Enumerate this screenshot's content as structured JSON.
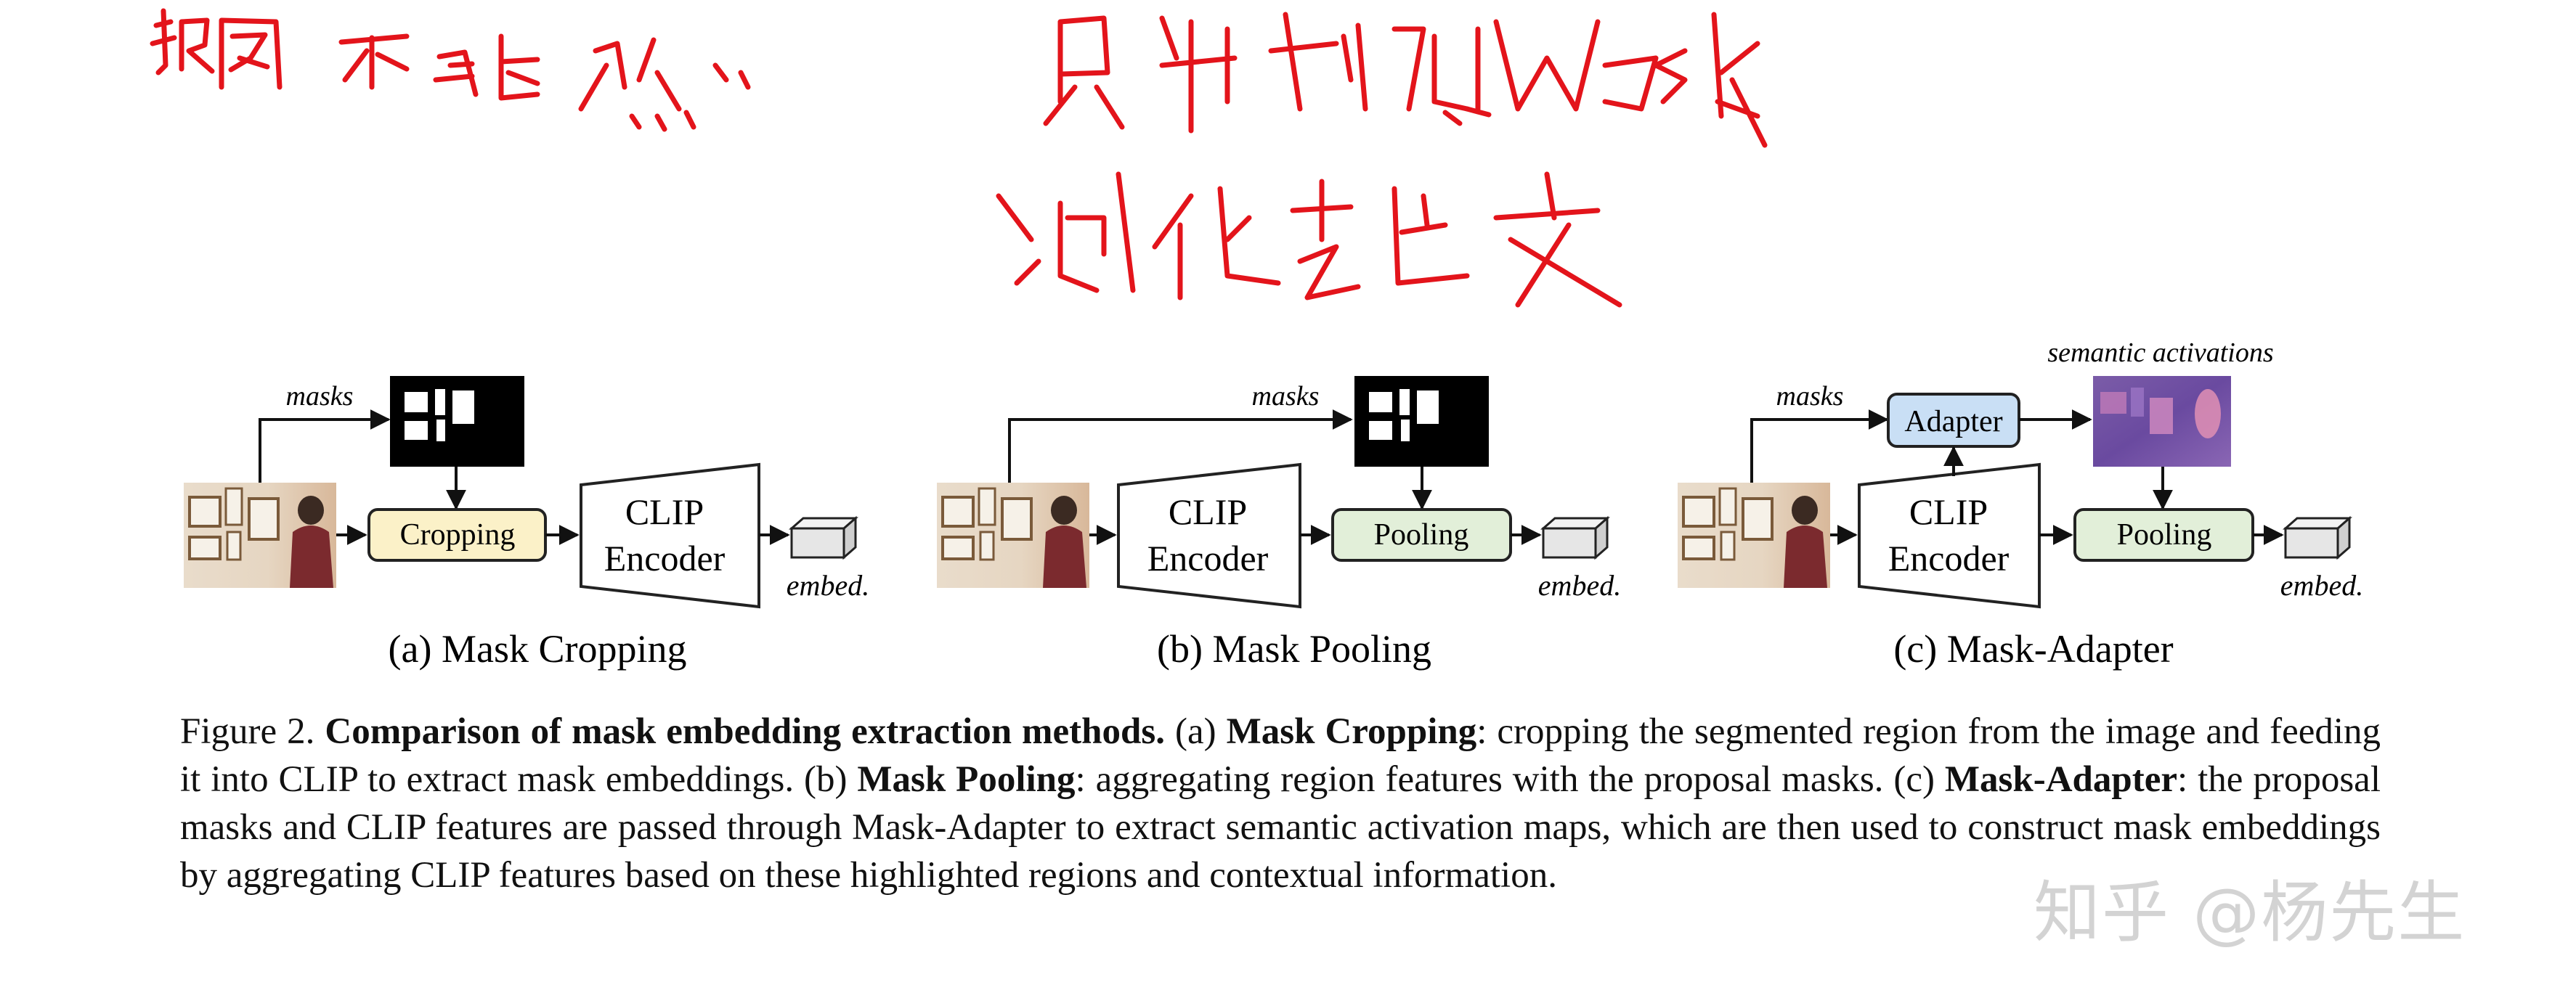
{
  "annotations": {
    "note_1": "抠图 不自然",
    "note_2": "只针对Mask 池化丢上下文",
    "color": "#e3141b"
  },
  "panels": [
    {
      "caption": "(a) Mask Cropping",
      "masks_label": "masks",
      "crop_label": "Cropping",
      "encoder_line1": "CLIP",
      "encoder_line2": "Encoder",
      "embed_label": "embed."
    },
    {
      "caption": "(b) Mask Pooling",
      "masks_label": "masks",
      "encoder_line1": "CLIP",
      "encoder_line2": "Encoder",
      "pool_label": "Pooling",
      "embed_label": "embed."
    },
    {
      "caption": "(c) Mask-Adapter",
      "masks_label": "masks",
      "adapter_label": "Adapter",
      "activations_label": "semantic activations",
      "encoder_line1": "CLIP",
      "encoder_line2": "Encoder",
      "pool_label": "Pooling",
      "embed_label": "embed."
    }
  ],
  "colors": {
    "crop_fill": "#fbf1c8",
    "pool_fill": "#e2efd9",
    "adapter_fill": "#c9dff5"
  },
  "figure_caption": {
    "prefix": "Figure 2.",
    "title": "Comparison of mask embedding extraction methods.",
    "a_tag": "(a)",
    "a_name": "Mask Cropping",
    "a_text": ": cropping the segmented region from the image and feeding it into CLIP to extract mask embeddings.",
    "b_tag": "(b)",
    "b_name": "Mask Pooling",
    "b_text": ": aggregating region features with the proposal masks.",
    "c_tag": "(c)",
    "c_name": "Mask-Adapter",
    "c_text": ": the proposal masks and CLIP features are passed through Mask-Adapter to extract semantic activation maps, which are then used to construct mask embeddings by aggregating CLIP features based on these highlighted regions and contextual information."
  },
  "watermark": "知乎 @杨先生"
}
